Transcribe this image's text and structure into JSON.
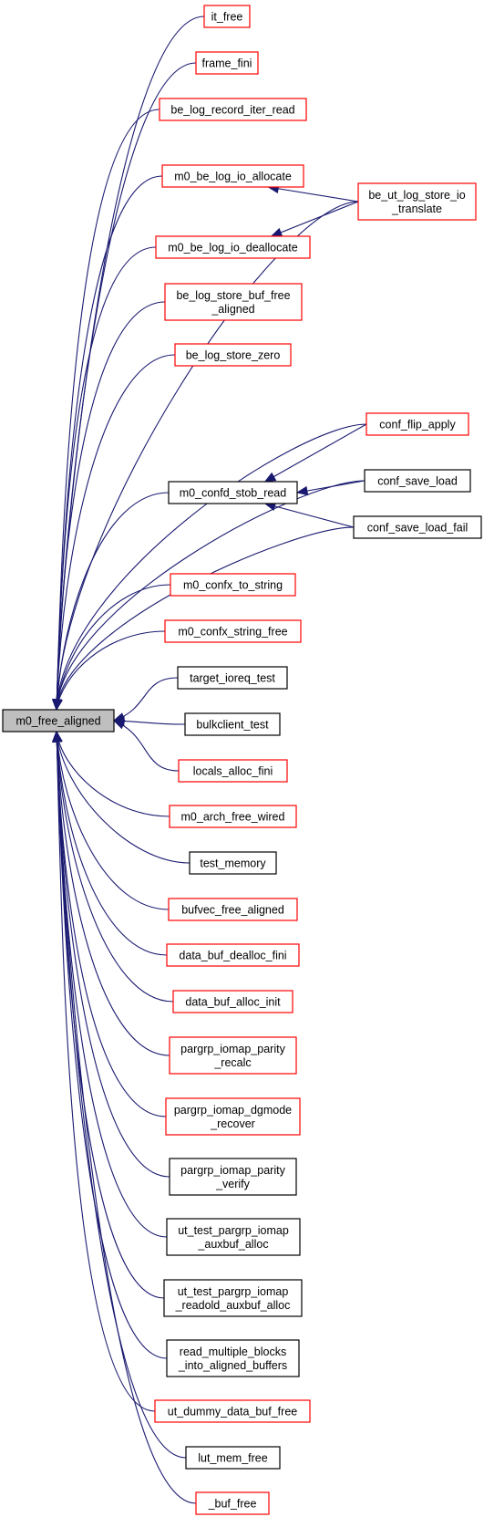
{
  "graph": {
    "root": {
      "id": "root",
      "lines": [
        "m0_free_aligned"
      ]
    },
    "colors": {
      "edge": "#191970",
      "linked_border": "#ff0000",
      "plain_border": "#000000",
      "root_fill": "#bfbfbf"
    },
    "nodes": [
      {
        "id": "it_free",
        "lines": [
          "it_free"
        ],
        "border": "red"
      },
      {
        "id": "frame_fini",
        "lines": [
          "frame_fini"
        ],
        "border": "red"
      },
      {
        "id": "be_log_record_iter_read",
        "lines": [
          "be_log_record_iter_read"
        ],
        "border": "red"
      },
      {
        "id": "m0_be_log_io_allocate",
        "lines": [
          "m0_be_log_io_allocate"
        ],
        "border": "red"
      },
      {
        "id": "m0_be_log_io_deallocate",
        "lines": [
          "m0_be_log_io_deallocate"
        ],
        "border": "red"
      },
      {
        "id": "be_ut_log_store_io_translate",
        "lines": [
          "be_ut_log_store_io",
          "_translate"
        ],
        "border": "red"
      },
      {
        "id": "be_log_store_buf_free_aligned",
        "lines": [
          "be_log_store_buf_free",
          "_aligned"
        ],
        "border": "red"
      },
      {
        "id": "be_log_store_zero",
        "lines": [
          "be_log_store_zero"
        ],
        "border": "red"
      },
      {
        "id": "conf_flip_apply",
        "lines": [
          "conf_flip_apply"
        ],
        "border": "red"
      },
      {
        "id": "m0_confd_stob_read",
        "lines": [
          "m0_confd_stob_read"
        ],
        "border": "black"
      },
      {
        "id": "conf_save_load",
        "lines": [
          "conf_save_load"
        ],
        "border": "black"
      },
      {
        "id": "conf_save_load_fail",
        "lines": [
          "conf_save_load_fail"
        ],
        "border": "black"
      },
      {
        "id": "m0_confx_to_string",
        "lines": [
          "m0_confx_to_string"
        ],
        "border": "red"
      },
      {
        "id": "m0_confx_string_free",
        "lines": [
          "m0_confx_string_free"
        ],
        "border": "red"
      },
      {
        "id": "target_ioreq_test",
        "lines": [
          "target_ioreq_test"
        ],
        "border": "black"
      },
      {
        "id": "bulkclient_test",
        "lines": [
          "bulkclient_test"
        ],
        "border": "black"
      },
      {
        "id": "locals_alloc_fini",
        "lines": [
          "locals_alloc_fini"
        ],
        "border": "red"
      },
      {
        "id": "m0_arch_free_wired",
        "lines": [
          "m0_arch_free_wired"
        ],
        "border": "red"
      },
      {
        "id": "test_memory",
        "lines": [
          "test_memory"
        ],
        "border": "black"
      },
      {
        "id": "bufvec_free_aligned",
        "lines": [
          "bufvec_free_aligned"
        ],
        "border": "red"
      },
      {
        "id": "data_buf_dealloc_fini",
        "lines": [
          "data_buf_dealloc_fini"
        ],
        "border": "red"
      },
      {
        "id": "data_buf_alloc_init",
        "lines": [
          "data_buf_alloc_init"
        ],
        "border": "red"
      },
      {
        "id": "pargrp_iomap_parity_recalc",
        "lines": [
          "pargrp_iomap_parity",
          "_recalc"
        ],
        "border": "red"
      },
      {
        "id": "pargrp_iomap_dgmode_recover",
        "lines": [
          "pargrp_iomap_dgmode",
          "_recover"
        ],
        "border": "red"
      },
      {
        "id": "pargrp_iomap_parity_verify",
        "lines": [
          "pargrp_iomap_parity",
          "_verify"
        ],
        "border": "black"
      },
      {
        "id": "ut_test_pargrp_iomap_auxbuf_alloc",
        "lines": [
          "ut_test_pargrp_iomap",
          "_auxbuf_alloc"
        ],
        "border": "black"
      },
      {
        "id": "ut_test_pargrp_iomap_readold_auxbuf_alloc",
        "lines": [
          "ut_test_pargrp_iomap",
          "_readold_auxbuf_alloc"
        ],
        "border": "black"
      },
      {
        "id": "read_multiple_blocks_into_aligned_buffers",
        "lines": [
          "read_multiple_blocks",
          "_into_aligned_buffers"
        ],
        "border": "black"
      },
      {
        "id": "ut_dummy_data_buf_free",
        "lines": [
          "ut_dummy_data_buf_free"
        ],
        "border": "red"
      },
      {
        "id": "lut_mem_free",
        "lines": [
          "lut_mem_free"
        ],
        "border": "black"
      },
      {
        "id": "_buf_free",
        "lines": [
          "_buf_free"
        ],
        "border": "red"
      }
    ],
    "edges": [
      {
        "from": "it_free",
        "to": "root"
      },
      {
        "from": "frame_fini",
        "to": "root"
      },
      {
        "from": "be_log_record_iter_read",
        "to": "root"
      },
      {
        "from": "be_ut_log_store_io_translate",
        "to": "root"
      },
      {
        "from": "m0_be_log_io_allocate",
        "to": "root"
      },
      {
        "from": "m0_be_log_io_deallocate",
        "to": "root"
      },
      {
        "from": "be_log_store_buf_free_aligned",
        "to": "root"
      },
      {
        "from": "be_log_store_zero",
        "to": "root"
      },
      {
        "from": "conf_flip_apply",
        "to": "root"
      },
      {
        "from": "conf_save_load",
        "to": "root"
      },
      {
        "from": "m0_confd_stob_read",
        "to": "root"
      },
      {
        "from": "conf_save_load_fail",
        "to": "root"
      },
      {
        "from": "m0_confx_to_string",
        "to": "root"
      },
      {
        "from": "m0_confx_string_free",
        "to": "root"
      },
      {
        "from": "target_ioreq_test",
        "to": "root"
      },
      {
        "from": "bulkclient_test",
        "to": "root"
      },
      {
        "from": "locals_alloc_fini",
        "to": "root"
      },
      {
        "from": "m0_arch_free_wired",
        "to": "root"
      },
      {
        "from": "test_memory",
        "to": "root"
      },
      {
        "from": "bufvec_free_aligned",
        "to": "root"
      },
      {
        "from": "data_buf_dealloc_fini",
        "to": "root"
      },
      {
        "from": "data_buf_alloc_init",
        "to": "root"
      },
      {
        "from": "pargrp_iomap_parity_recalc",
        "to": "root"
      },
      {
        "from": "pargrp_iomap_dgmode_recover",
        "to": "root"
      },
      {
        "from": "pargrp_iomap_parity_verify",
        "to": "root"
      },
      {
        "from": "ut_test_pargrp_iomap_auxbuf_alloc",
        "to": "root"
      },
      {
        "from": "ut_test_pargrp_iomap_readold_auxbuf_alloc",
        "to": "root"
      },
      {
        "from": "read_multiple_blocks_into_aligned_buffers",
        "to": "root"
      },
      {
        "from": "ut_dummy_data_buf_free",
        "to": "root"
      },
      {
        "from": "lut_mem_free",
        "to": "root"
      },
      {
        "from": "_buf_free",
        "to": "root"
      },
      {
        "from": "be_ut_log_store_io_translate",
        "to": "m0_be_log_io_allocate"
      },
      {
        "from": "be_ut_log_store_io_translate",
        "to": "m0_be_log_io_deallocate"
      },
      {
        "from": "conf_flip_apply",
        "to": "m0_confd_stob_read"
      },
      {
        "from": "conf_save_load",
        "to": "m0_confd_stob_read"
      },
      {
        "from": "conf_save_load_fail",
        "to": "m0_confd_stob_read"
      }
    ]
  }
}
